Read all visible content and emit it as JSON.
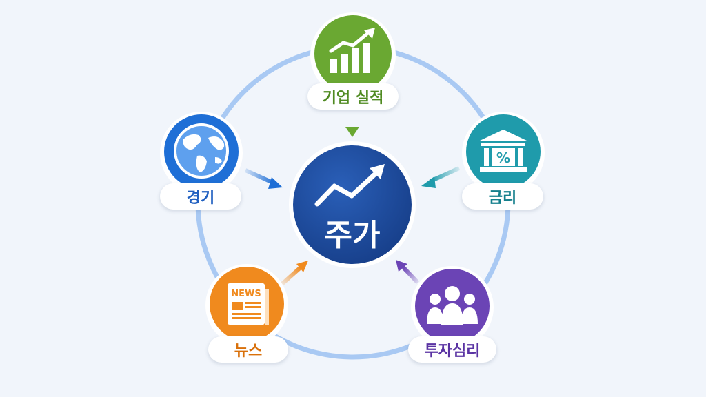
{
  "center": {
    "label": "주가",
    "color": "#1e4fa3"
  },
  "nodes": {
    "earnings": {
      "label": "기업 실적",
      "color": "#6aa832",
      "icon": "bar-chart-up-icon"
    },
    "rates": {
      "label": "금리",
      "color": "#1f9bab",
      "icon": "bank-percent-icon"
    },
    "sentiment": {
      "label": "투자심리",
      "color": "#6b44b5",
      "icon": "people-group-icon"
    },
    "news": {
      "label": "뉴스",
      "color": "#f08a1e",
      "icon": "newspaper-icon",
      "icon_text": "NEWS"
    },
    "economy": {
      "label": "경기",
      "color": "#1f6fd6",
      "icon": "globe-icon"
    }
  },
  "ring_color": "#a9c9f3"
}
